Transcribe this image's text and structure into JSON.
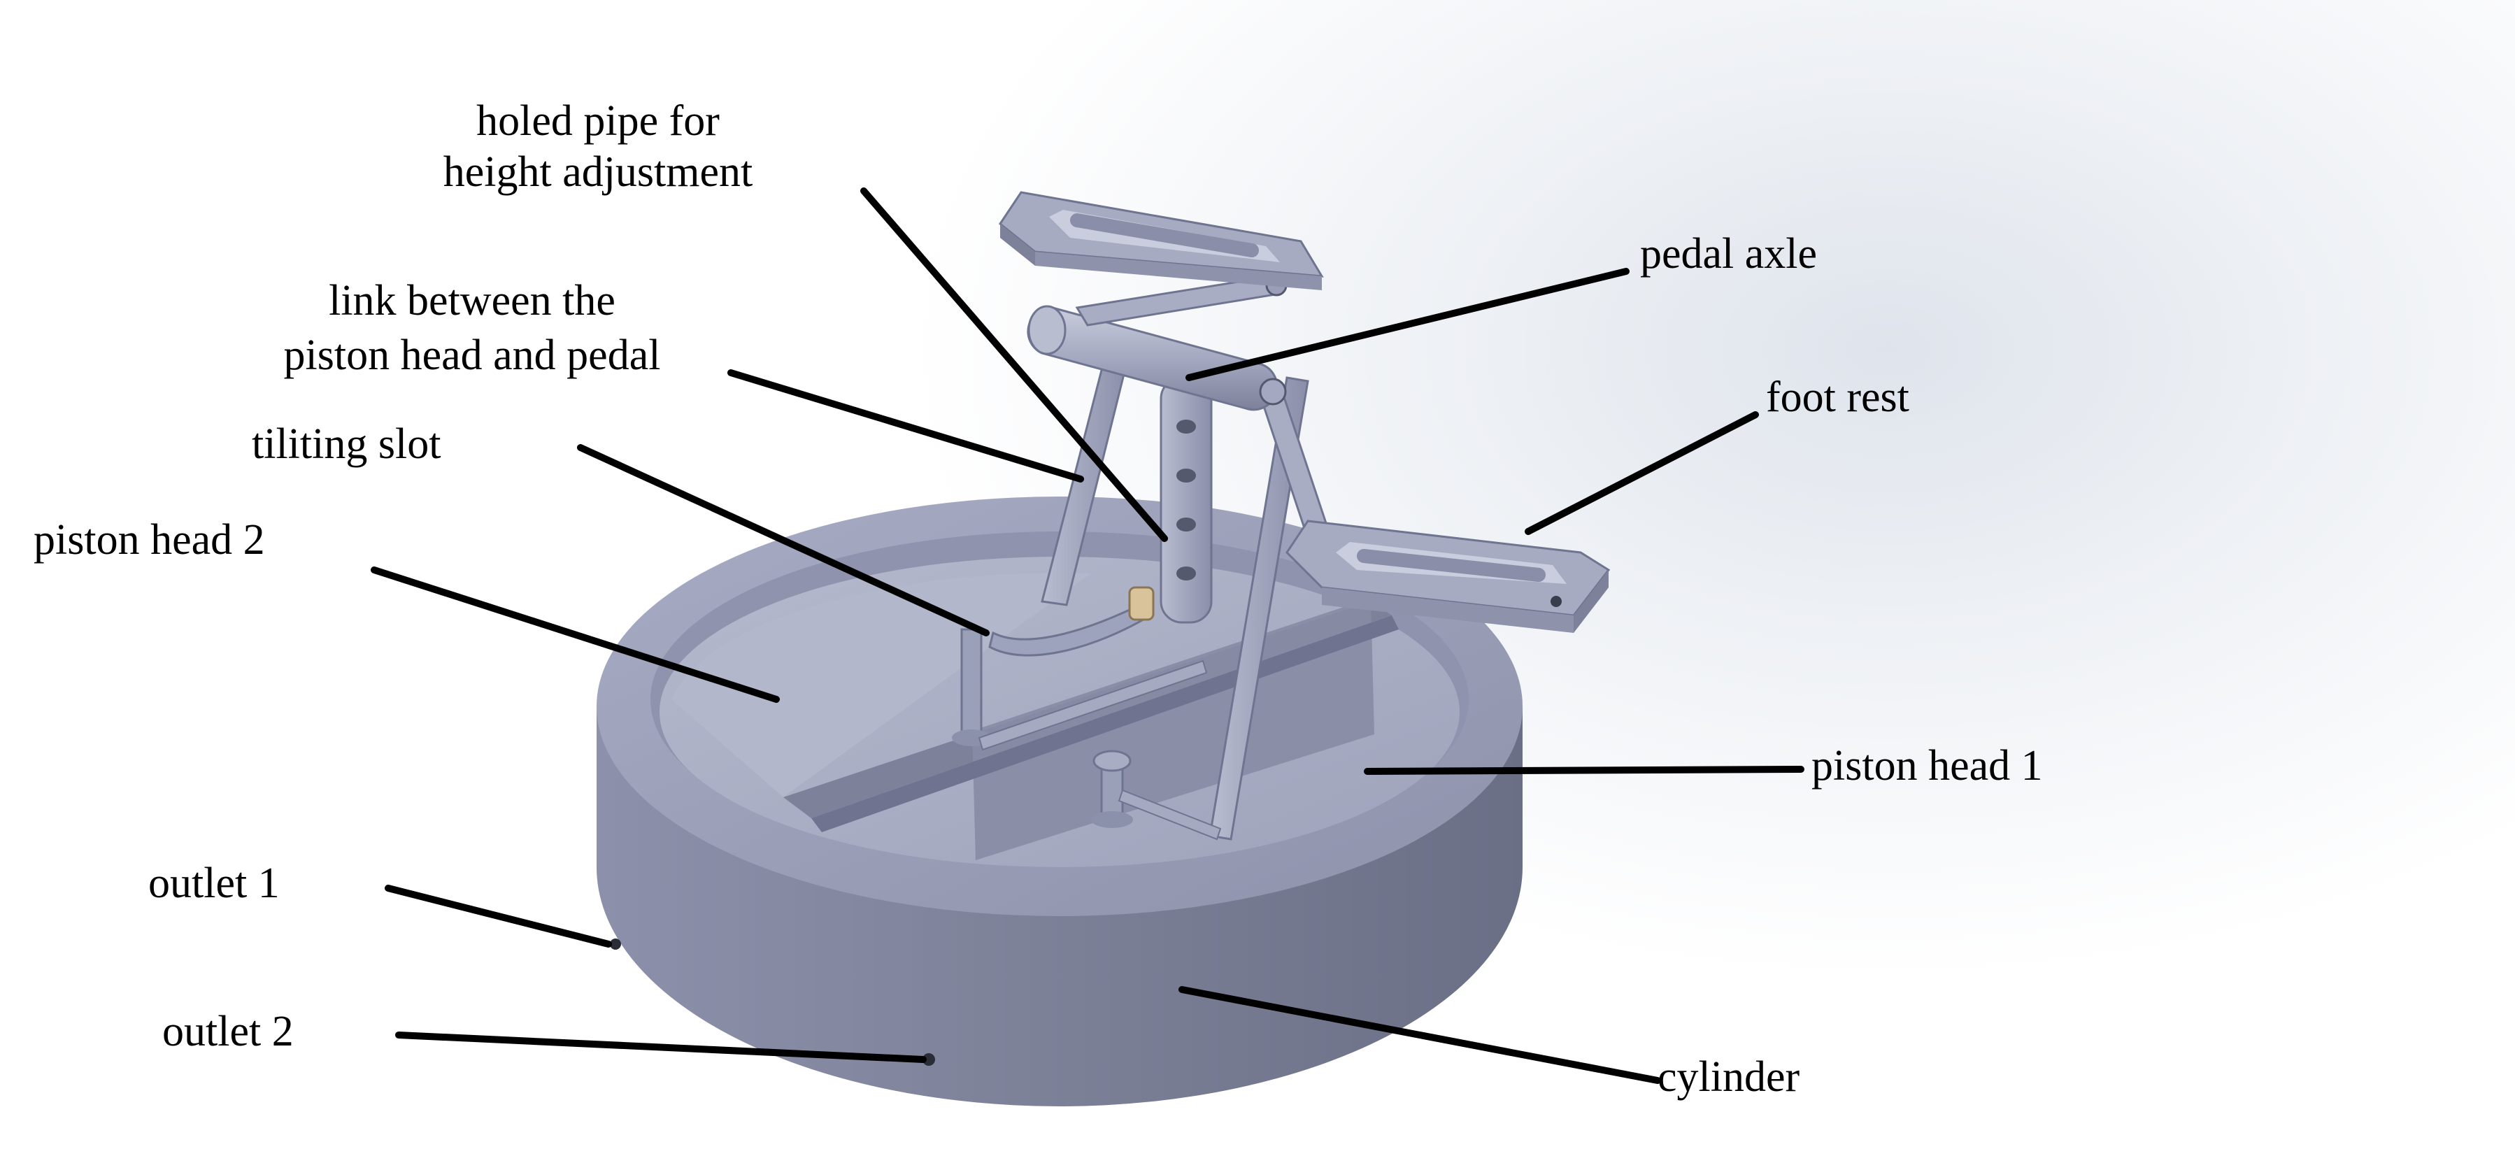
{
  "labels": {
    "holed_pipe": [
      "holed pipe for",
      "height adjustment"
    ],
    "pedal_axle": "pedal axle",
    "link": [
      "link between the",
      "piston head and pedal"
    ],
    "foot_rest": "foot rest",
    "tilting_slot": "tiliting slot",
    "piston_head_2": "piston head 2",
    "piston_head_1": "piston head 1",
    "outlet_1": "outlet 1",
    "outlet_2": "outlet 2",
    "cylinder": "cylinder"
  },
  "colors": {
    "metal": "#9ea3bd",
    "metal_dark": "#6f7490",
    "metal_light": "#c4c8da",
    "leader": "#000000",
    "bushing": "#d9c39a"
  }
}
